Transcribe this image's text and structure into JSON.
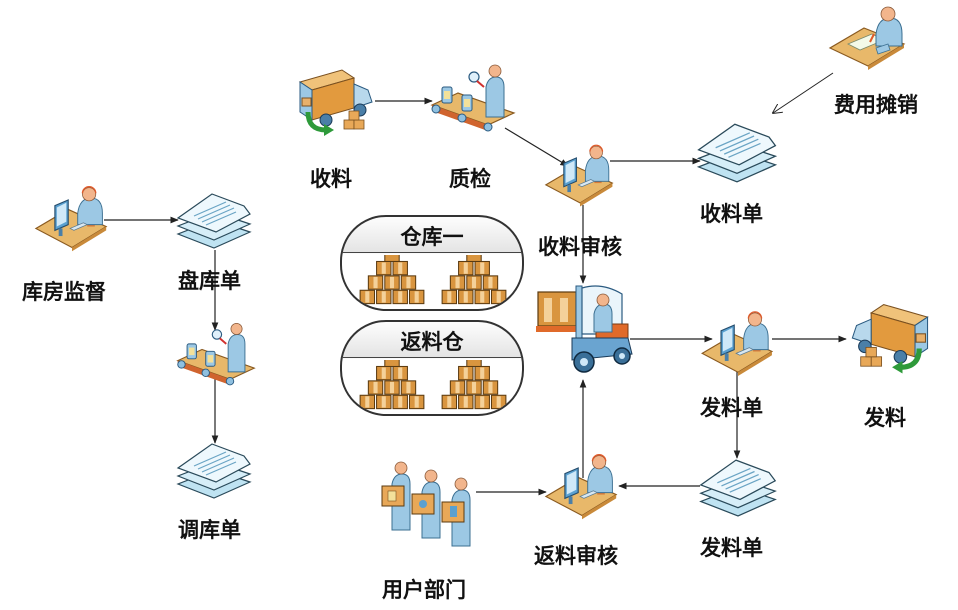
{
  "nodes": {
    "receive": {
      "label": "收料",
      "icon": "delivery-truck-icon"
    },
    "inspect": {
      "label": "质检",
      "icon": "quality-inspection-conveyor-icon"
    },
    "receive_review": {
      "label": "收料审核",
      "icon": "operator-workstation-icon"
    },
    "receipt_doc": {
      "label": "收料单",
      "icon": "document-stack-icon"
    },
    "cost_allocation": {
      "label": "费用摊销",
      "icon": "clerk-desk-icon"
    },
    "warehouse_supervision": {
      "label": "库房监督",
      "icon": "operator-workstation-icon"
    },
    "inventory_doc": {
      "label": "盘库单",
      "icon": "document-stack-icon"
    },
    "inventory_inspect": {
      "label": "",
      "icon": "quality-inspection-conveyor-icon"
    },
    "transfer_doc": {
      "label": "调库单",
      "icon": "document-stack-icon"
    },
    "warehouse_one": {
      "label": "仓库一",
      "icon": "box-pile-icon"
    },
    "return_warehouse": {
      "label": "返料仓",
      "icon": "box-pile-icon"
    },
    "forklift": {
      "label": "",
      "icon": "forklift-icon"
    },
    "issue_doc_review": {
      "label": "发料单",
      "icon": "operator-workstation-icon"
    },
    "issue": {
      "label": "发料",
      "icon": "delivery-truck-icon"
    },
    "issue_doc": {
      "label": "发料单",
      "icon": "document-stack-icon"
    },
    "return_review": {
      "label": "返料审核",
      "icon": "operator-workstation-icon"
    },
    "user_dept": {
      "label": "用户部门",
      "icon": "workers-carrying-boxes-icon"
    }
  },
  "edges": [
    {
      "from": "receive",
      "to": "inspect"
    },
    {
      "from": "inspect",
      "to": "receive_review"
    },
    {
      "from": "receive_review",
      "to": "receipt_doc"
    },
    {
      "from": "cost_allocation",
      "to": "receipt_doc"
    },
    {
      "from": "receive_review",
      "to": "forklift"
    },
    {
      "from": "warehouse_supervision",
      "to": "inventory_doc"
    },
    {
      "from": "inventory_doc",
      "to": "inventory_inspect"
    },
    {
      "from": "inventory_inspect",
      "to": "transfer_doc"
    },
    {
      "from": "forklift",
      "to": "issue_doc_review"
    },
    {
      "from": "issue_doc_review",
      "to": "issue"
    },
    {
      "from": "issue_doc_review",
      "to": "issue_doc"
    },
    {
      "from": "issue_doc",
      "to": "return_review"
    },
    {
      "from": "user_dept",
      "to": "return_review"
    },
    {
      "from": "return_review",
      "to": "forklift"
    }
  ],
  "colors": {
    "skin": "#f2b58c",
    "person": "#9cc8e4",
    "desk": "#e8b86a",
    "box": "#d9953f",
    "arrow_green": "#2e9a3a",
    "doc": "#cfe8f5",
    "line": "#222222"
  }
}
